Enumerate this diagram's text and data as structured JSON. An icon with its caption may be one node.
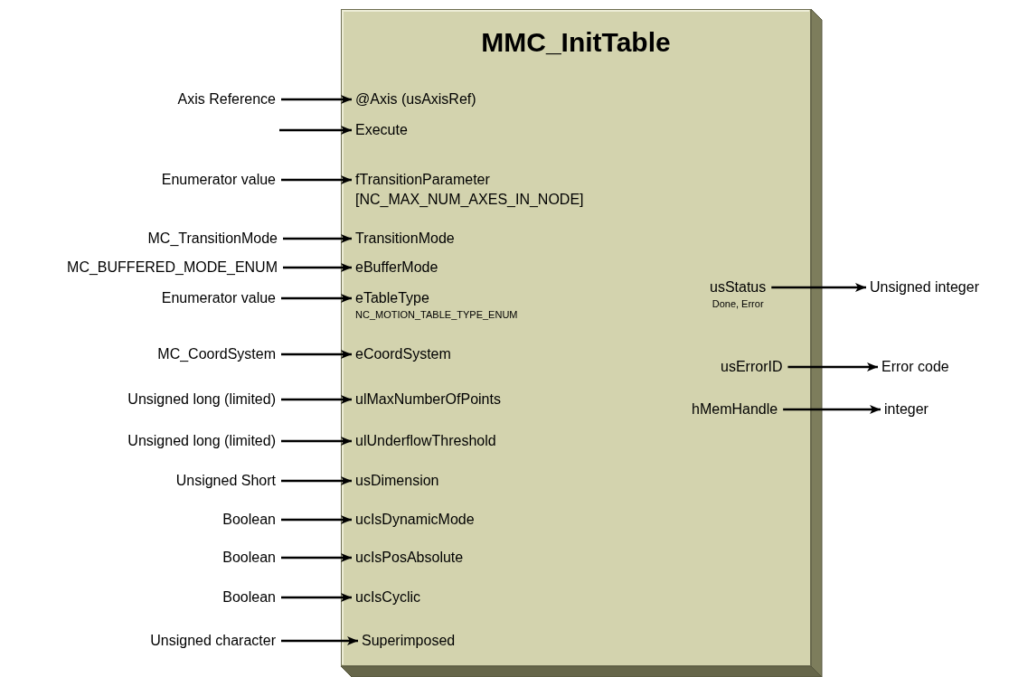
{
  "diagram": {
    "nodes": [
      {
        "text": [
          "MMC_InitTable"
        ]
      },
      {
        "text": [
          "@Axis (usAxisRef)"
        ],
        "in": 0
      },
      {
        "text": [
          "Execute"
        ],
        "in": 0
      },
      {
        "text": [
          "fTransitionParameter [NC_MAX_NUM_AXES_IN_NODE]"
        ],
        "in": 0
      },
      {
        "text": [
          "TransitionMode"
        ],
        "in": 0
      },
      {
        "text": [
          "eBufferMode"
        ],
        "in": 0
      },
      {
        "text": [
          "eTableType",
          "NC_MOTION_TABLE_TYPE_ENUM"
        ],
        "in": 0
      },
      {
        "text": [
          "eCoordSystem"
        ],
        "in": 0
      },
      {
        "text": [
          "ulMaxNumberOfPoints"
        ],
        "in": 0
      },
      {
        "text": [
          "ulUnderflowThreshold"
        ],
        "in": 0
      },
      {
        "text": [
          "usDimension"
        ],
        "in": 0
      },
      {
        "text": [
          "ucIsDynamicMode"
        ],
        "in": 0
      },
      {
        "text": [
          "ucIsPosAbsolute"
        ],
        "in": 0
      },
      {
        "text": [
          "ucIsCyclic"
        ],
        "in": 0
      },
      {
        "text": [
          "Superimposed"
        ],
        "in": 0
      },
      {
        "text": [
          "usStatus",
          "Done, Error"
        ],
        "in": 0
      },
      {
        "text": [
          "usErrorID"
        ],
        "in": 0
      },
      {
        "text": [
          "hMemHandle"
        ],
        "in": 0
      },
      {
        "text": [
          "Axis Reference"
        ]
      },
      {
        "text": [
          "Enumerator value"
        ]
      },
      {
        "text": [
          "MC_TransitionMode"
        ]
      },
      {
        "text": [
          "MC_BUFFERED_MODE_ENUM"
        ]
      },
      {
        "text": [
          "Enumerator value"
        ]
      },
      {
        "text": [
          "MC_CoordSystem"
        ]
      },
      {
        "text": [
          "Unsigned long (limited)"
        ]
      },
      {
        "text": [
          "Unsigned long (limited)"
        ]
      },
      {
        "text": [
          "Unsigned Short"
        ]
      },
      {
        "text": [
          "Boolean"
        ]
      },
      {
        "text": [
          "Boolean"
        ]
      },
      {
        "text": [
          "Boolean"
        ]
      },
      {
        "text": [
          "Unsigned character"
        ]
      },
      {
        "text": [
          "Unsigned integer"
        ]
      },
      {
        "text": [
          "Error code"
        ]
      },
      {
        "text": [
          "integer"
        ]
      }
    ],
    "edges": [
      {
        "from": 18,
        "to": 1,
        "arrow": "to"
      },
      {
        "from": null,
        "to": 2,
        "arrow": "to"
      },
      {
        "from": 19,
        "to": 3,
        "arrow": "to"
      },
      {
        "from": 20,
        "to": 4,
        "arrow": "to"
      },
      {
        "from": 21,
        "to": 5,
        "arrow": "to"
      },
      {
        "from": 22,
        "to": 6,
        "arrow": "to"
      },
      {
        "from": 23,
        "to": 7,
        "arrow": "to"
      },
      {
        "from": 24,
        "to": 8,
        "arrow": "to"
      },
      {
        "from": 25,
        "to": 9,
        "arrow": "to"
      },
      {
        "from": 26,
        "to": 10,
        "arrow": "to"
      },
      {
        "from": 27,
        "to": 11,
        "arrow": "to"
      },
      {
        "from": 28,
        "to": 12,
        "arrow": "to"
      },
      {
        "from": 29,
        "to": 13,
        "arrow": "to"
      },
      {
        "from": 30,
        "to": 14,
        "arrow": "to"
      },
      {
        "from": 15,
        "to": 31,
        "arrow": "to"
      },
      {
        "from": 16,
        "to": 32,
        "arrow": "to"
      },
      {
        "from": 17,
        "to": 33,
        "arrow": "to"
      }
    ]
  }
}
